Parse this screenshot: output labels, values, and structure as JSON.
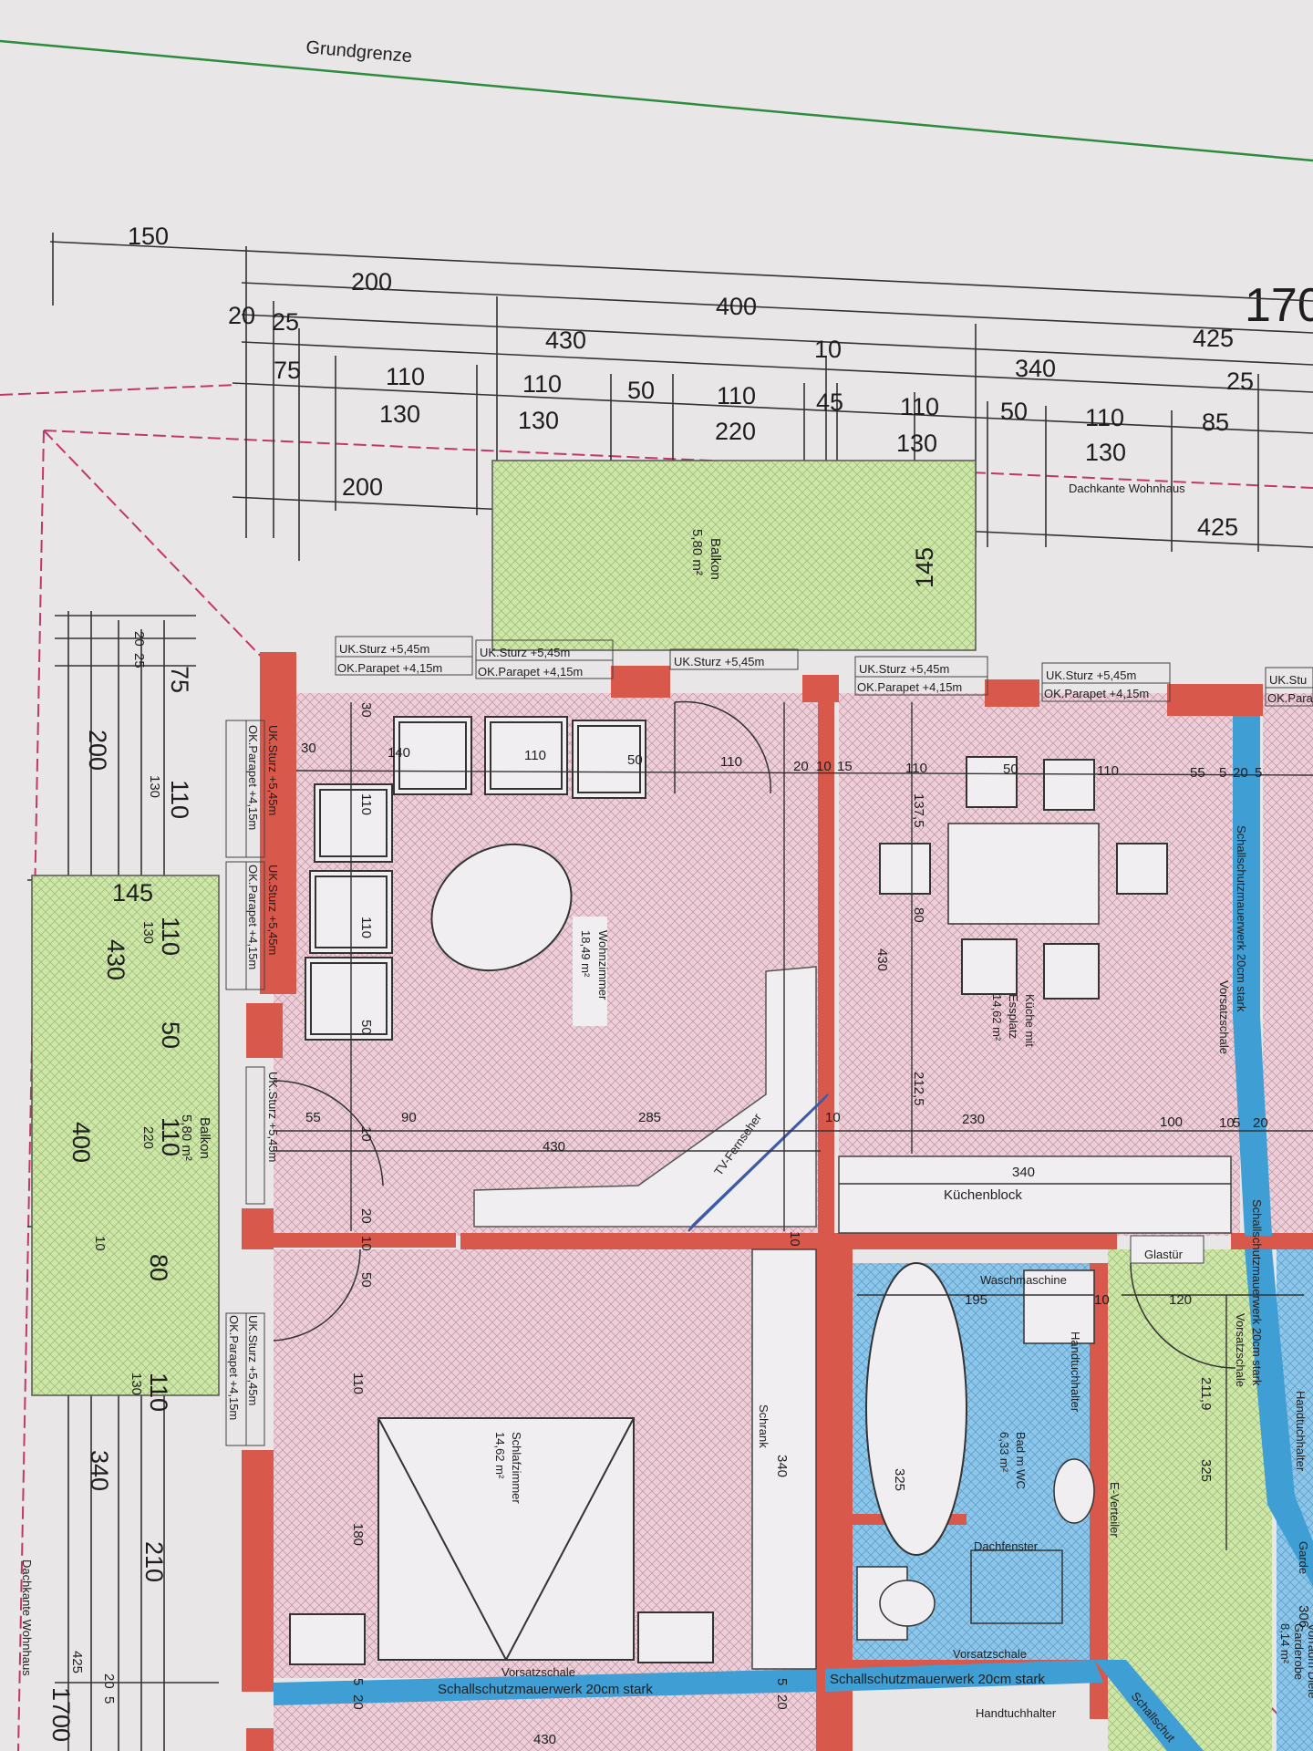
{
  "plot_line_label": "Grundgrenze",
  "overall_width": "1700",
  "overall_height": "1700",
  "eave_label": "Dachkante Wohnhaus",
  "dims_top": {
    "r1": [
      "150"
    ],
    "r2": [
      "200"
    ],
    "r3": [
      "20",
      "25",
      "400"
    ],
    "r4": [
      "430",
      "425"
    ],
    "r5": [
      "75",
      "10",
      "340"
    ],
    "r6a": [
      "110",
      "110",
      "50",
      "110",
      "45",
      "110",
      "50",
      "110",
      "25"
    ],
    "r6b": [
      "130",
      "130",
      "220",
      "130",
      "130",
      "85"
    ],
    "r7": [
      "200",
      "400",
      "425"
    ],
    "balcony_depth": "145"
  },
  "dims_left": [
    "20",
    "25",
    "75",
    "200",
    "110",
    "130",
    "145",
    "430",
    "110",
    "130",
    "50",
    "400",
    "220",
    "110",
    "10",
    "80",
    "110",
    "130",
    "340",
    "210",
    "425",
    "20",
    "5"
  ],
  "lintels": {
    "uk": [
      "UK.Sturz +5,45m",
      "UK.Sturz +5,45m",
      "UK.Sturz +5,45m",
      "UK.Sturz +5,45m",
      "UK.Sturz +5,45m",
      "UK.Stu"
    ],
    "ok": [
      "OK.Parapet +4,15m",
      "OK.Parapet +4,15m",
      "OK.Parapet +4,15m",
      "OK.Parapet +4,15m",
      "OK.Para"
    ],
    "left_uk": [
      "UK.Sturz +5,45m",
      "UK.Sturz +5,45m",
      "UK.Sturz +5,45m",
      "UK.Sturz +5,45m"
    ],
    "left_ok": [
      "OK.Parapet +4,15m",
      "OK.Parapet +4,15m",
      "OK.Parapet +4,15m"
    ]
  },
  "rooms": {
    "balkon_top": {
      "name": "Balkon",
      "area": "5,80 m²"
    },
    "balkon_left": {
      "name": "Balkon",
      "area": "5,80 m²"
    },
    "wohnzimmer": {
      "name": "Wohnzimmer",
      "area": "18,49 m²"
    },
    "kueche": {
      "name": "Küche mit",
      "name2": "Essplatz",
      "area": "14,62 m²"
    },
    "schlafzimmer": {
      "name": "Schlafzimmer",
      "area": "14,62 m²"
    },
    "bad": {
      "name": "Bad m WC",
      "area": "6,33 m²"
    },
    "vorraum": {
      "name": "Vorraum Dieie",
      "name2": "Garderobe",
      "area": "8,14 m²"
    }
  },
  "labels": {
    "kuechenblock": "Küchenblock",
    "tv": "TV-Fernseher",
    "schrank": "Schrank",
    "waschmaschine": "Waschmaschine",
    "handtuchhalter": "Handtuchhalter",
    "handtuchhalter2": "Handtuchhalter",
    "handtuchhalter3": "Handtuchhalter",
    "dachfenster": "Dachfenster",
    "vorsatzschale": "Vorsatzschale",
    "vorsatzschale2": "Vorsatzschale",
    "vorsatzschale3": "Vorsatzschale",
    "vorsatzschale4": "Vorsatzschale",
    "e_verteiler": "E-Verteiler",
    "glastuer": "Glastür",
    "schallschutz_h": "Schallschutzmauerwerk 20cm stark",
    "schallschutz_h2": "Schallschutzmauerwerk 20cm stark",
    "schallschutz_v": "Schallschutzmauerwerk 20cm stark",
    "schallschutz_v2": "Schallschutzmauerwerk 20cm stark",
    "schallschutz_d": "Schallschut",
    "garderobe_cut": "Garde",
    "n306": "306"
  },
  "interior_dims": {
    "living_row": [
      "30",
      "140",
      "110",
      "50",
      "110",
      "20",
      "10",
      "15",
      "110",
      "50",
      "110",
      "55",
      "5",
      "20",
      "5"
    ],
    "living_col": [
      "30",
      "110",
      "110",
      "50",
      "10",
      "20",
      "10",
      "50"
    ],
    "living_bottom": [
      "55",
      "90",
      "285",
      "10",
      "430"
    ],
    "kitchen": [
      "137,5",
      "80",
      "430",
      "212,5",
      "230",
      "100",
      "10",
      "5",
      "20",
      "340",
      "10"
    ],
    "lower": [
      "195",
      "10",
      "120",
      "211,9",
      "325",
      "325",
      "340",
      "110",
      "180",
      "5",
      "20",
      "5",
      "20",
      "430"
    ]
  },
  "colors": {
    "wall": "#d9584c",
    "sound_wall": "#3f9fd4",
    "room": "#eccfd8",
    "bath": "#8ec6ea",
    "balcony": "#cfe6a9",
    "plot_line": "#2e8a3c",
    "roof_line": "#c43763"
  }
}
